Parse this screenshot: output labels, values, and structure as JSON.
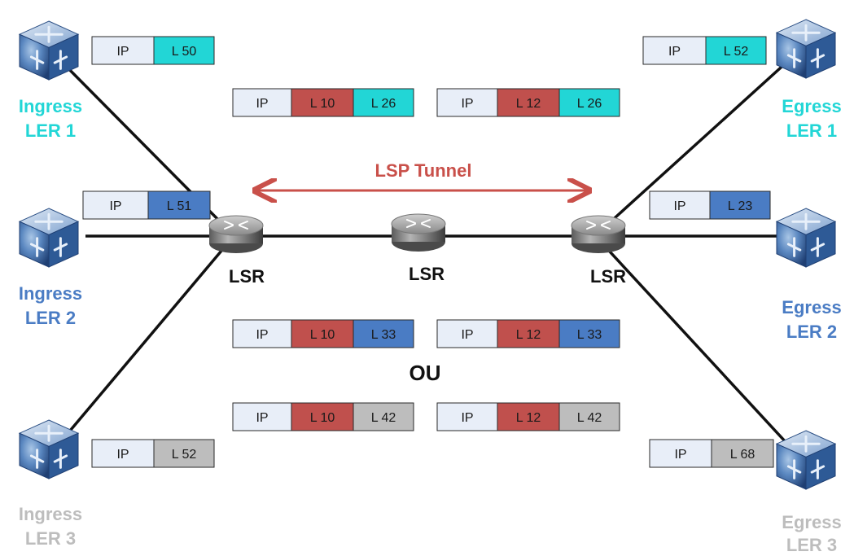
{
  "colors": {
    "cyan": "#22d6d6",
    "blue": "#4a7cc4",
    "gray": "#bdbdbd",
    "red": "#c0504d",
    "ip_fill": "#e8eef8",
    "link": "#111111",
    "tunnel": "#c9504a"
  },
  "ler_labels": {
    "ingress1": [
      "Ingress",
      "LER 1"
    ],
    "ingress2": [
      "Ingress",
      "LER 2"
    ],
    "ingress3": [
      "Ingress",
      "LER 3"
    ],
    "egress1": [
      "Egress",
      "LER 1"
    ],
    "egress2": [
      "Egress",
      "LER 2"
    ],
    "egress3": [
      "Egress",
      "LER 3"
    ]
  },
  "lsr_labels": [
    "LSR",
    "LSR",
    "LSR"
  ],
  "tunnel_label": "LSP Tunnel",
  "ou_label": "OU",
  "icons": {
    "ler": "ler-switch-icon",
    "lsr": "lsr-router-icon"
  },
  "packets": {
    "ingress1": [
      "IP",
      "L 50"
    ],
    "ingress2": [
      "IP",
      "L 51"
    ],
    "ingress3": [
      "IP",
      "L 52"
    ],
    "egress1": [
      "IP",
      "L 52"
    ],
    "egress2": [
      "IP",
      "L 23"
    ],
    "egress3": [
      "IP",
      "L 68"
    ],
    "top_left": [
      "IP",
      "L 10",
      "L 26"
    ],
    "top_right": [
      "IP",
      "L 12",
      "L 26"
    ],
    "mid_left": [
      "IP",
      "L 10",
      "L 33"
    ],
    "mid_right": [
      "IP",
      "L 12",
      "L 33"
    ],
    "bot_left": [
      "IP",
      "L 10",
      "L 42"
    ],
    "bot_right": [
      "IP",
      "L 12",
      "L 42"
    ]
  }
}
